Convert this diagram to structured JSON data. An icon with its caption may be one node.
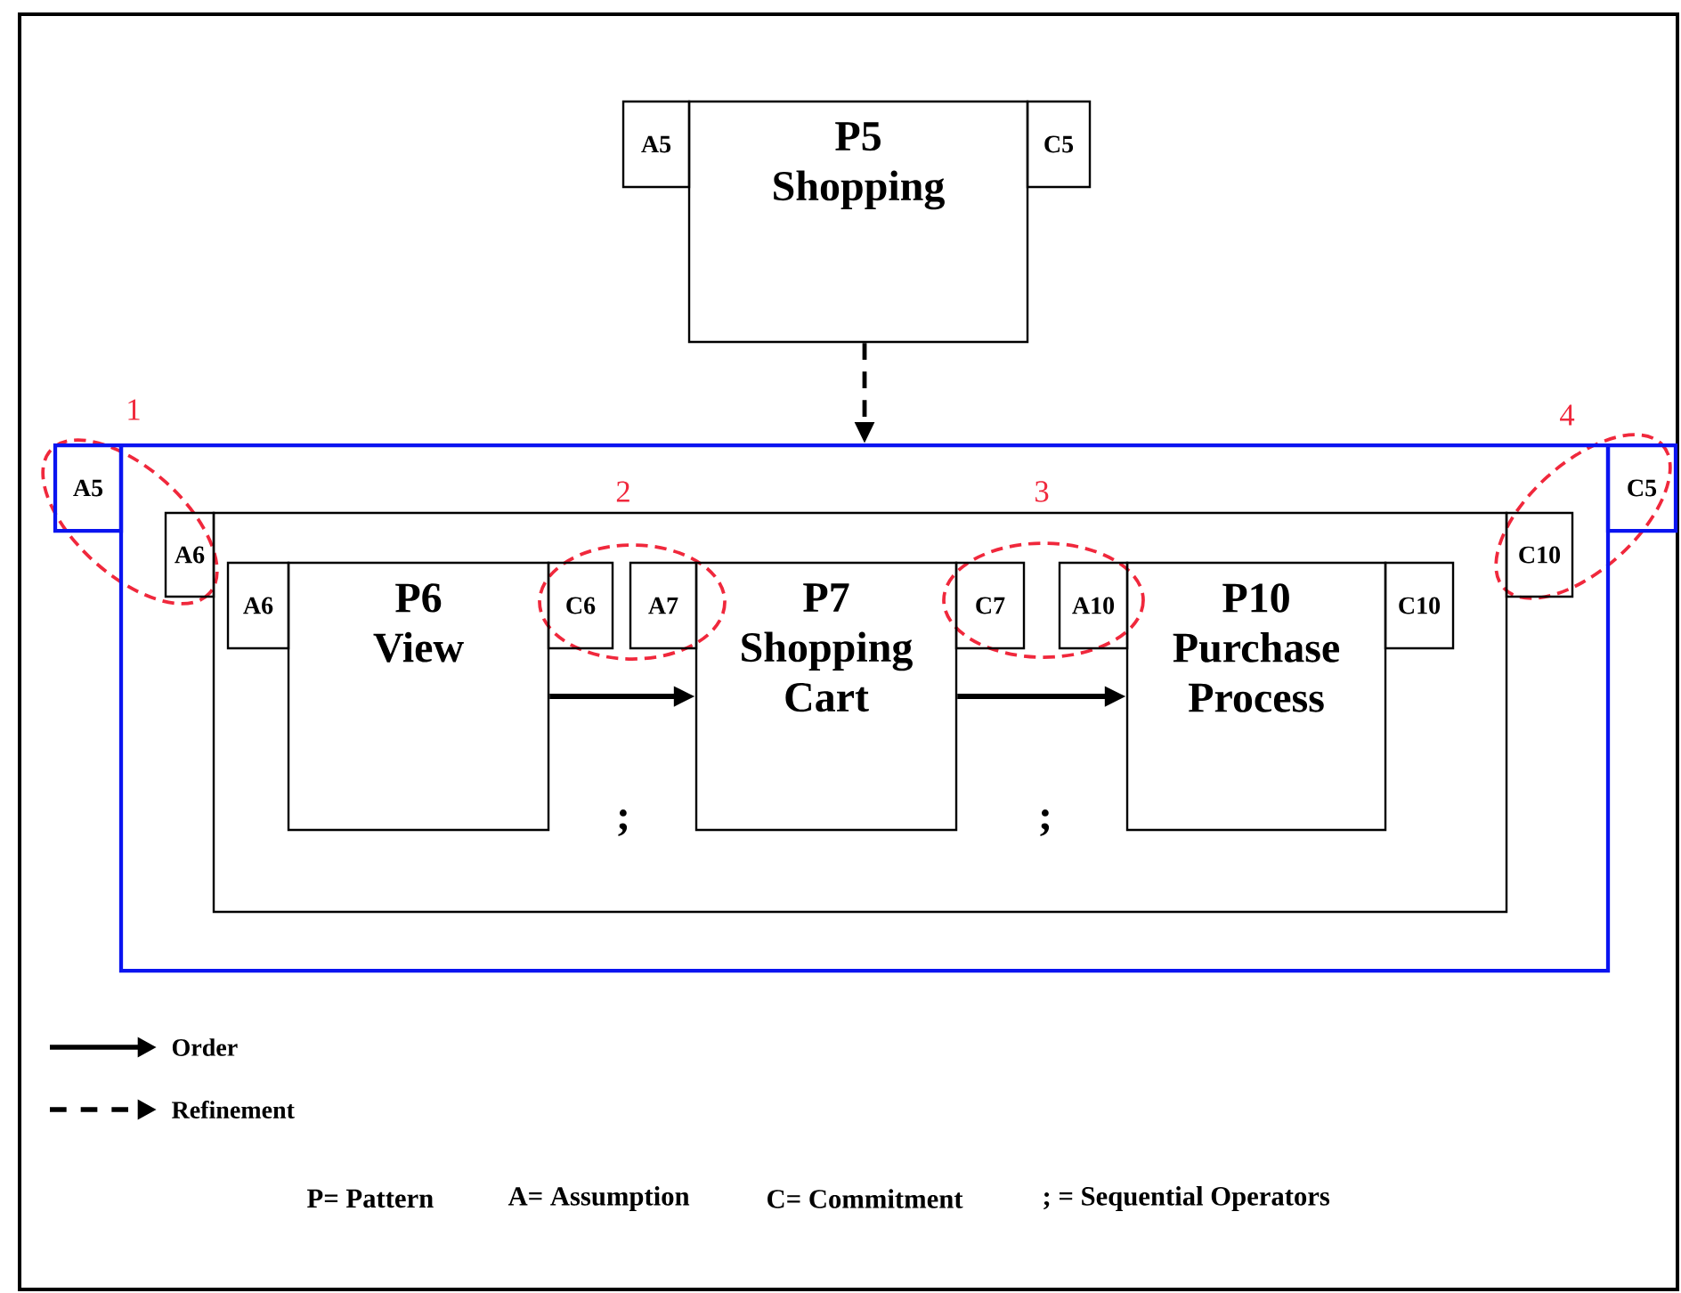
{
  "diagram": {
    "nodes": [
      {
        "text": [
          "P5",
          "Shopping"
        ]
      },
      {
        "text": [
          "A5"
        ]
      },
      {
        "text": [
          "C5"
        ]
      },
      {
        "text": [],
        "shape": "box"
      },
      {
        "text": [
          "A5"
        ]
      },
      {
        "text": [
          "C5"
        ]
      },
      {
        "text": [],
        "shape": "box",
        "in": 3
      },
      {
        "text": [
          "A6"
        ],
        "in": 3
      },
      {
        "text": [
          "C10"
        ],
        "in": 3
      },
      {
        "text": [
          "P6",
          "View"
        ],
        "in": 6
      },
      {
        "text": [
          "A6"
        ],
        "in": 6
      },
      {
        "text": [
          "C6"
        ],
        "in": 6
      },
      {
        "text": [
          "A7"
        ],
        "in": 6
      },
      {
        "text": [
          "P7",
          "Shopping Cart"
        ],
        "in": 6
      },
      {
        "text": [
          "C7"
        ],
        "in": 6
      },
      {
        "text": [
          "A10"
        ],
        "in": 6
      },
      {
        "text": [
          "P10",
          "Purchase Process"
        ],
        "in": 6
      },
      {
        "text": [
          "C10"
        ],
        "in": 6
      }
    ],
    "edges": [
      {
        "from": 0,
        "to": 3,
        "arrow": "to",
        "style": "dashed"
      },
      {
        "from": 9,
        "to": 13,
        "arrow": "to"
      },
      {
        "from": 13,
        "to": 16,
        "arrow": "to"
      }
    ],
    "labels": [
      "1",
      "4",
      "2",
      "3",
      ";",
      ";",
      "P= Pattern",
      "A= Assumption",
      "C= Commitment",
      "; = Sequential Operators"
    ],
    "legend": [
      {
        "text": "Order"
      },
      {
        "text": "Refinement"
      }
    ]
  }
}
